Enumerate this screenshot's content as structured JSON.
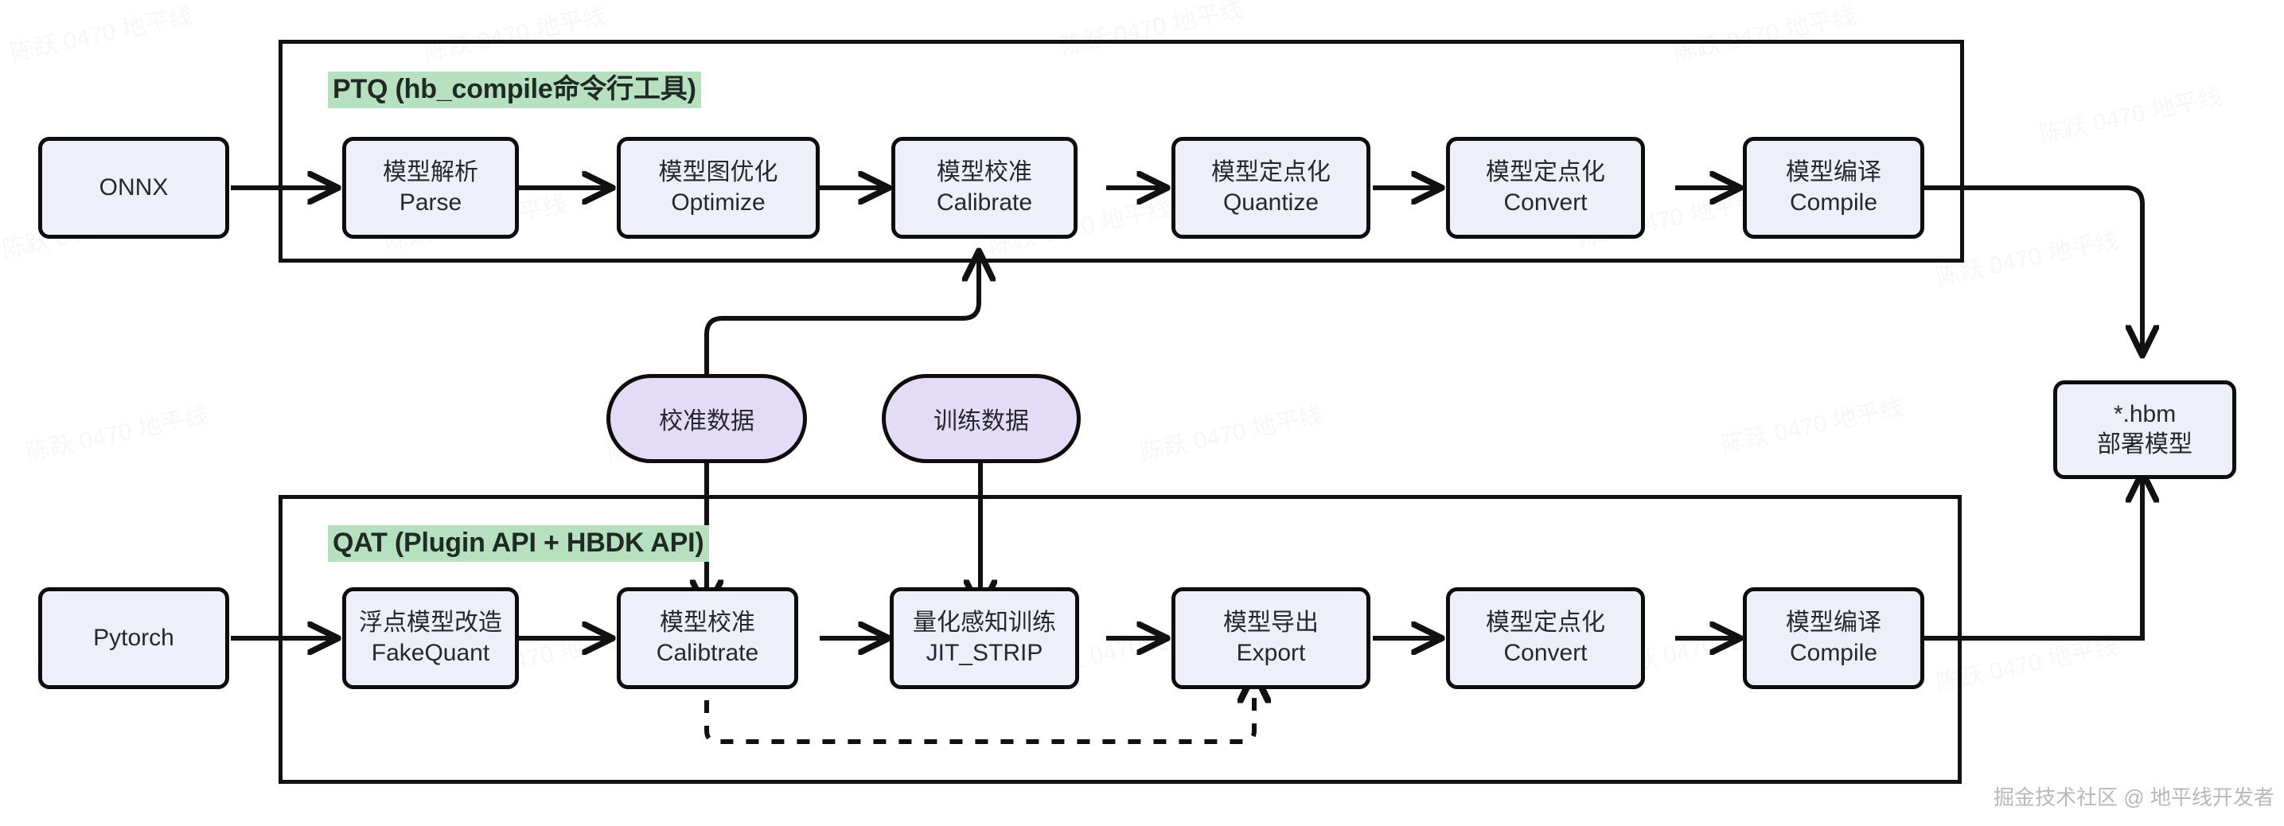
{
  "diagram": {
    "title_ptq": "PTQ (hb_compile命令行工具)",
    "title_qat": "QAT (Plugin API + HBDK API)",
    "footer": "掘金技术社区 @ 地平线开发者",
    "watermark": "陈跃 0470 地平线",
    "colors": {
      "node_fill": "#edf0f9",
      "node_stroke": "#0d0d0d",
      "data_fill": "#e4dcf7",
      "group_title_highlight": "#b7e0c0",
      "edge": "#111111",
      "footer_text": "#b9b9b9"
    }
  },
  "inputs": [
    {
      "id": "onnx",
      "label": "ONNX"
    },
    {
      "id": "pytorch",
      "label": "Pytorch"
    }
  ],
  "ptq_pipeline": [
    {
      "id": "parse",
      "cn": "模型解析",
      "en": "Parse"
    },
    {
      "id": "optimize",
      "cn": "模型图优化",
      "en": "Optimize"
    },
    {
      "id": "calibrate",
      "cn": "模型校准",
      "en": "Calibrate"
    },
    {
      "id": "quantize",
      "cn": "模型定点化",
      "en": "Quantize"
    },
    {
      "id": "convert",
      "cn": "模型定点化",
      "en": "Convert"
    },
    {
      "id": "compile",
      "cn": "模型编译",
      "en": "Compile"
    }
  ],
  "qat_pipeline": [
    {
      "id": "fakequant",
      "cn": "浮点模型改造",
      "en": "FakeQuant"
    },
    {
      "id": "calibtrate",
      "cn": "模型校准",
      "en": "Calibtrate"
    },
    {
      "id": "jitstrip",
      "cn": "量化感知训练",
      "en": "JIT_STRIP"
    },
    {
      "id": "export",
      "cn": "模型导出",
      "en": "Export"
    },
    {
      "id": "convert2",
      "cn": "模型定点化",
      "en": "Convert"
    },
    {
      "id": "compile2",
      "cn": "模型编译",
      "en": "Compile"
    }
  ],
  "data_nodes": [
    {
      "id": "calib-data",
      "label": "校准数据"
    },
    {
      "id": "train-data",
      "label": "训练数据"
    }
  ],
  "output": {
    "id": "hbm",
    "line1": "*.hbm",
    "line2": "部署模型"
  }
}
